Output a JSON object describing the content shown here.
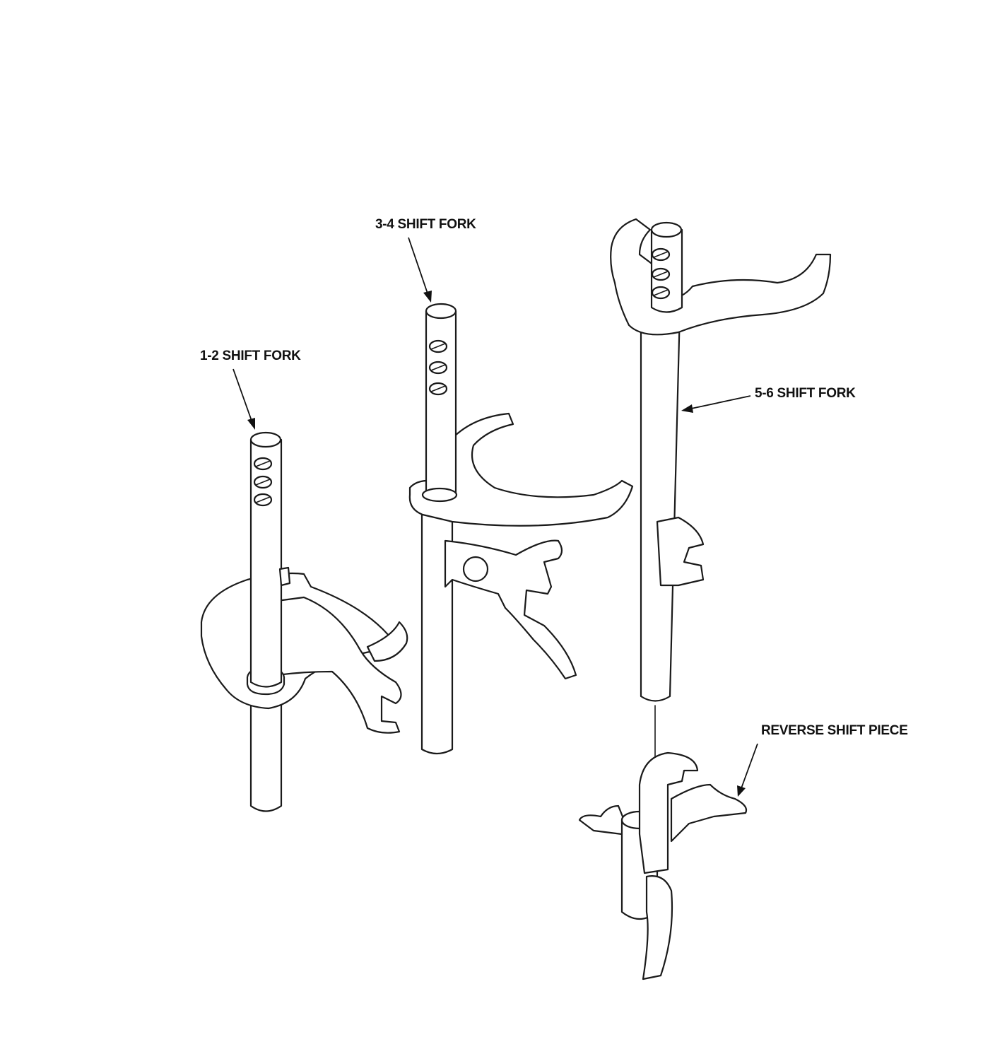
{
  "labels": {
    "fork_12": "1-2 SHIFT FORK",
    "fork_34": "3-4 SHIFT FORK",
    "fork_56": "5-6 SHIFT FORK",
    "reverse_piece": "REVERSE SHIFT PIECE"
  },
  "colors": {
    "line": "#1a1a1a",
    "background": "#ffffff"
  }
}
